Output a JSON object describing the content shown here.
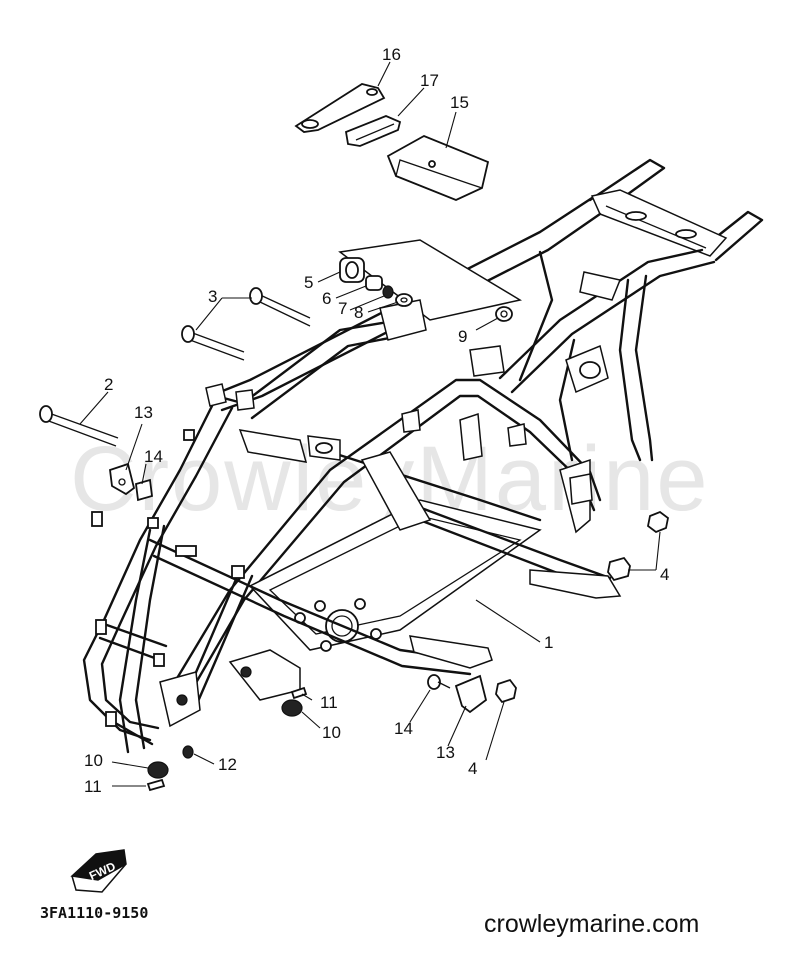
{
  "watermark": "CrowleyMarine",
  "diagram_code": "3FA1110-9150",
  "site_url": "crowleymarine.com",
  "fwd_label": "FWD",
  "callouts": {
    "c1": "1",
    "c2": "2",
    "c3": "3",
    "c4a": "4",
    "c4b": "4",
    "c5": "5",
    "c6": "6",
    "c7": "7",
    "c8": "8",
    "c9": "9",
    "c10a": "10",
    "c10b": "10",
    "c11a": "11",
    "c11b": "11",
    "c12": "12",
    "c13a": "13",
    "c13b": "13",
    "c14a": "14",
    "c14b": "14",
    "c15": "15",
    "c16": "16",
    "c17": "17"
  }
}
